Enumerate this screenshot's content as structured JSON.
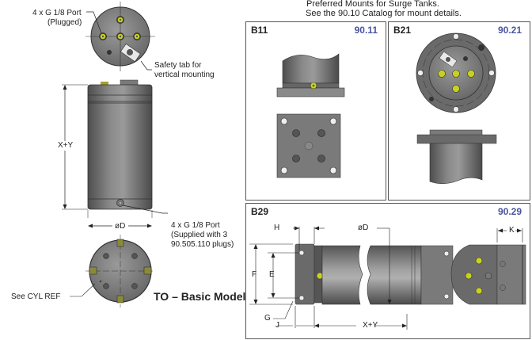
{
  "header": {
    "line1": "Preferred Mounts for Surge Tanks.",
    "line2": "See the 90.10 Catalog for mount details."
  },
  "basic_model": {
    "title": "TO – Basic Model",
    "callouts": {
      "port_plugged_1": "4 x G 1/8 Port",
      "port_plugged_2": "(Plugged)",
      "safety_tab_1": "Safety tab for",
      "safety_tab_2": "vertical mounting",
      "port_supplied_1": "4 x G 1/8 Port",
      "port_supplied_2": "(Supplied with 3",
      "port_supplied_3": "90.505.110 plugs)",
      "cyl_ref": "See CYL REF"
    },
    "dims": {
      "height": "X+Y",
      "diameter": "øD"
    }
  },
  "panels": [
    {
      "id": "B11",
      "code": "90.11"
    },
    {
      "id": "B21",
      "code": "90.21"
    },
    {
      "id": "B29",
      "code": "90.29"
    }
  ],
  "b29_dims": {
    "H": "H",
    "D": "øD",
    "F": "F",
    "E": "E",
    "G": "G",
    "J": "J",
    "XY": "X+Y",
    "K": "K"
  },
  "colors": {
    "body": "#707070",
    "port": "#c8d21e",
    "accent": "#4a55a0"
  }
}
